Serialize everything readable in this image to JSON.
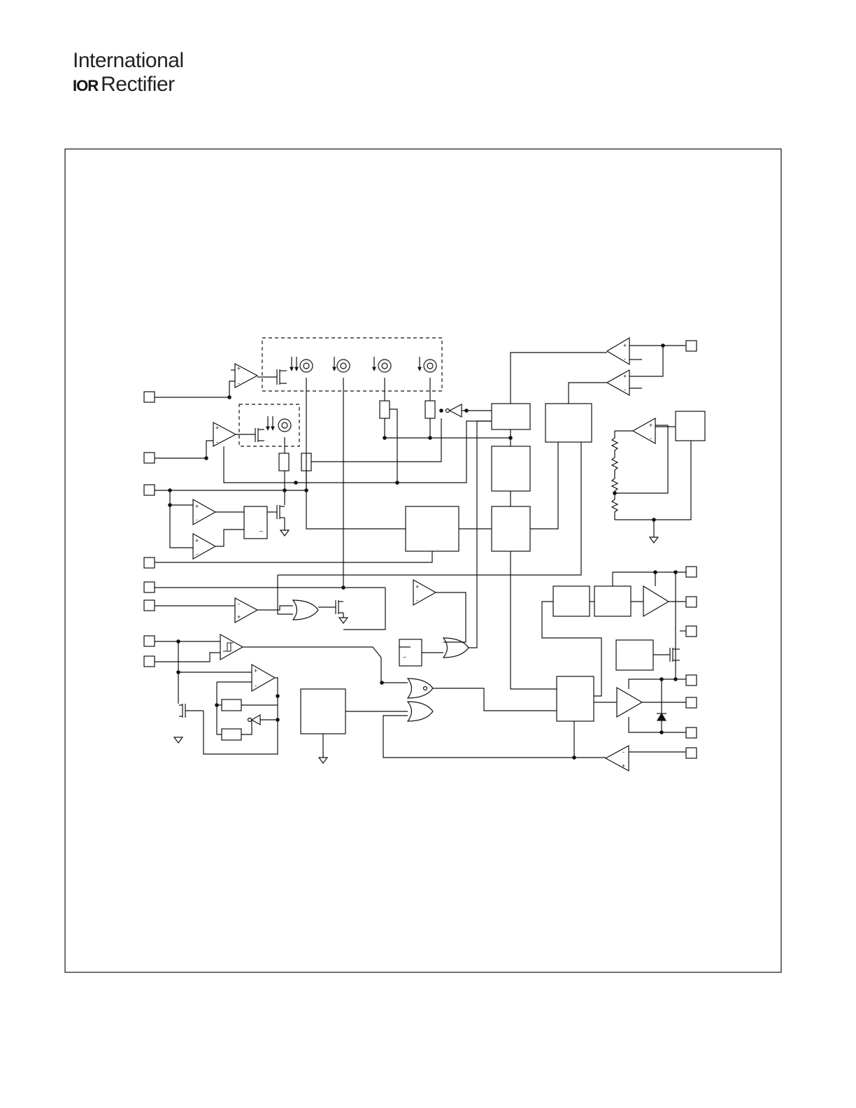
{
  "header": {
    "brand_line1": "International",
    "brand_mark": "IOR",
    "brand_line2": "Rectifier"
  },
  "diagram": {
    "comparator_plus": "+",
    "comparator_minus": "-",
    "latch_minus": "–",
    "colors": {
      "line": "#111111",
      "background": "#ffffff"
    }
  }
}
